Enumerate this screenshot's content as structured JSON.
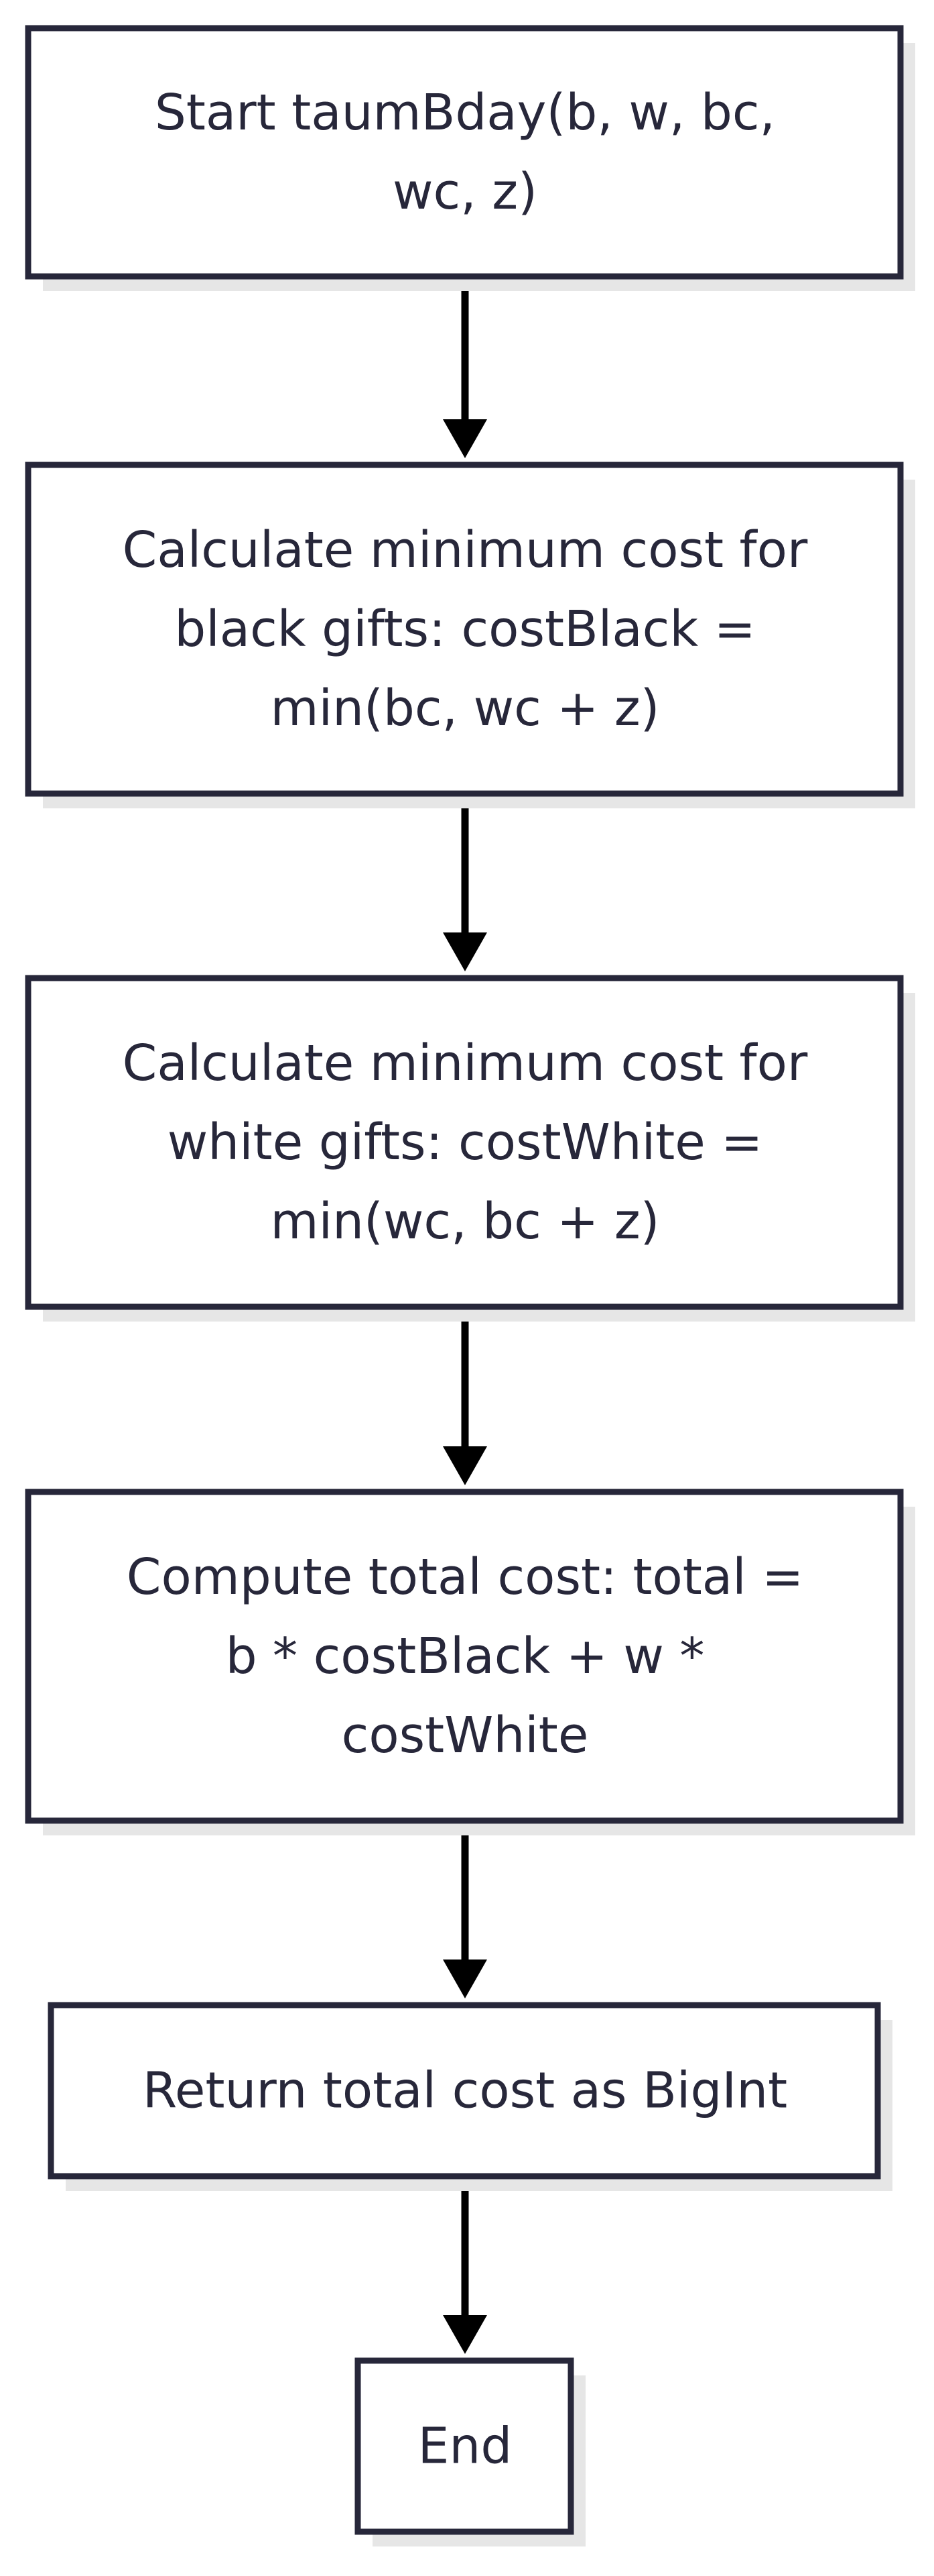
{
  "diagram": {
    "type": "flowchart",
    "nodes": [
      {
        "id": "start",
        "lines": [
          "Start taumBday(b, w, bc,",
          "wc, z)"
        ]
      },
      {
        "id": "cost-black",
        "lines": [
          "Calculate minimum cost for",
          "black gifts: costBlack =",
          "min(bc, wc + z)"
        ]
      },
      {
        "id": "cost-white",
        "lines": [
          "Calculate minimum cost for",
          "white gifts: costWhite =",
          "min(wc, bc + z)"
        ]
      },
      {
        "id": "total",
        "lines": [
          "Compute total cost: total =",
          "b * costBlack + w *",
          "costWhite"
        ]
      },
      {
        "id": "return",
        "lines": [
          "Return total cost as BigInt"
        ]
      },
      {
        "id": "end",
        "lines": [
          "End"
        ]
      }
    ],
    "edges": [
      {
        "from": "start",
        "to": "cost-black"
      },
      {
        "from": "cost-black",
        "to": "cost-white"
      },
      {
        "from": "cost-white",
        "to": "total"
      },
      {
        "from": "total",
        "to": "return"
      },
      {
        "from": "return",
        "to": "end"
      }
    ],
    "colors": {
      "node_border": "#27273a",
      "node_fill": "#ffffff",
      "shadow": "#e6e6e6",
      "arrow": "#000000",
      "text": "#27273a"
    }
  }
}
